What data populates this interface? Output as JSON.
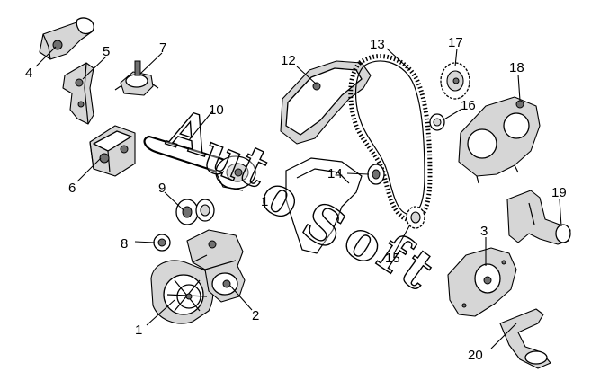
{
  "watermark": {
    "letters": [
      "A",
      "u",
      "t",
      "o",
      "S",
      "o",
      "f",
      "t"
    ],
    "small_number": "1"
  },
  "callouts": [
    "1",
    "2",
    "3",
    "4",
    "5",
    "6",
    "7",
    "8",
    "9",
    "10",
    "12",
    "13",
    "14",
    "15",
    "16",
    "17",
    "18",
    "19",
    "20"
  ],
  "colors": {
    "ink": "#000000",
    "paper": "#ffffff",
    "shade": "#d6d6d6"
  }
}
